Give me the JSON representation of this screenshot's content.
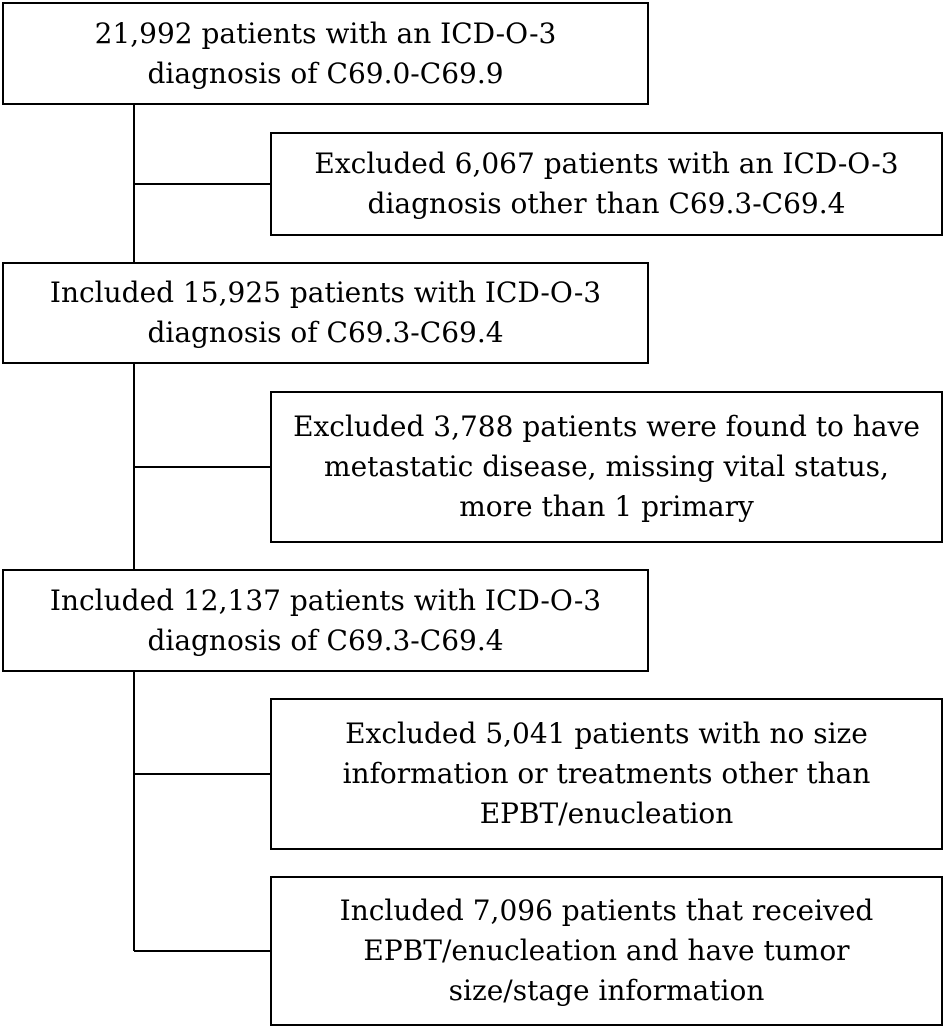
{
  "flowchart": {
    "box1": {
      "lines": [
        "21,992 patients with an ICD-O-3",
        "diagnosis of C69.0-C69.9"
      ]
    },
    "box2": {
      "lines": [
        "Excluded 6,067 patients with an ICD-O-3",
        "diagnosis other than C69.3-C69.4"
      ]
    },
    "box3": {
      "lines": [
        "Included 15,925 patients with ICD-O-3",
        "diagnosis of C69.3-C69.4"
      ]
    },
    "box4": {
      "lines": [
        "Excluded 3,788 patients were found to have",
        "metastatic disease, missing vital status,",
        "more than 1 primary"
      ]
    },
    "box5": {
      "lines": [
        "Included 12,137 patients with ICD-O-3",
        "diagnosis of C69.3-C69.4"
      ]
    },
    "box6": {
      "lines": [
        "Excluded 5,041 patients with no size",
        "information or treatments other than",
        "EPBT/enucleation"
      ]
    },
    "box7": {
      "lines": [
        "Included 7,096 patients that received",
        "EPBT/enucleation and have tumor",
        "size/stage information"
      ]
    }
  },
  "colors": {
    "line": "#000000",
    "box_border": "#000000",
    "background": "#ffffff"
  }
}
